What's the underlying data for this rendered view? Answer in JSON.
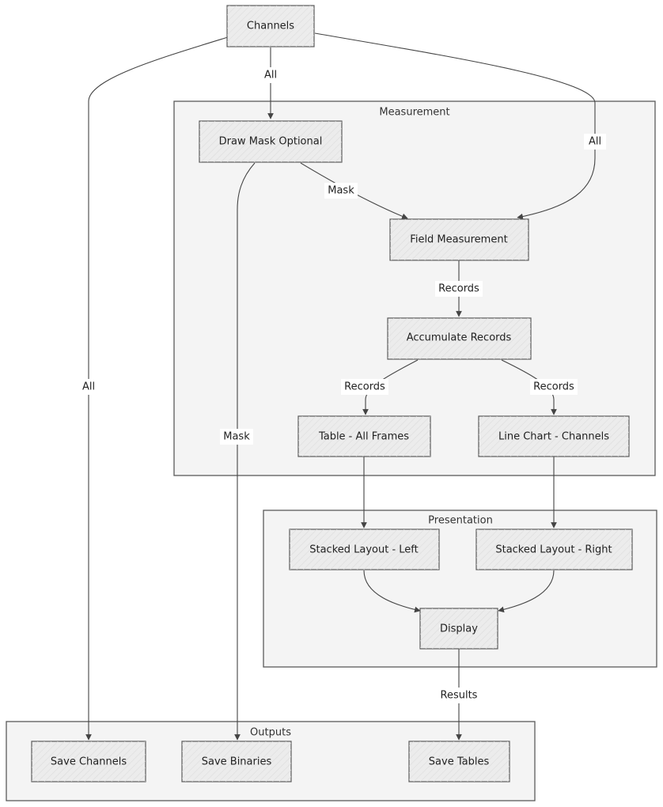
{
  "groups": {
    "measurement": "Measurement",
    "presentation": "Presentation",
    "outputs": "Outputs"
  },
  "nodes": {
    "channels": "Channels",
    "draw_mask": "Draw Mask Optional",
    "field_measurement": "Field Measurement",
    "accumulate_records": "Accumulate Records",
    "table_all_frames": "Table - All Frames",
    "line_chart_channels": "Line Chart - Channels",
    "stacked_left": "Stacked Layout - Left",
    "stacked_right": "Stacked Layout - Right",
    "display": "Display",
    "save_channels": "Save Channels",
    "save_binaries": "Save Binaries",
    "save_tables": "Save Tables"
  },
  "edges": {
    "channels_to_mask": "All",
    "channels_to_field": "All",
    "channels_to_save": "All",
    "mask_to_field": "Mask",
    "mask_to_binaries": "Mask",
    "field_to_accumulate": "Records",
    "accumulate_to_table": "Records",
    "accumulate_to_chart": "Records",
    "display_to_tables": "Results"
  }
}
